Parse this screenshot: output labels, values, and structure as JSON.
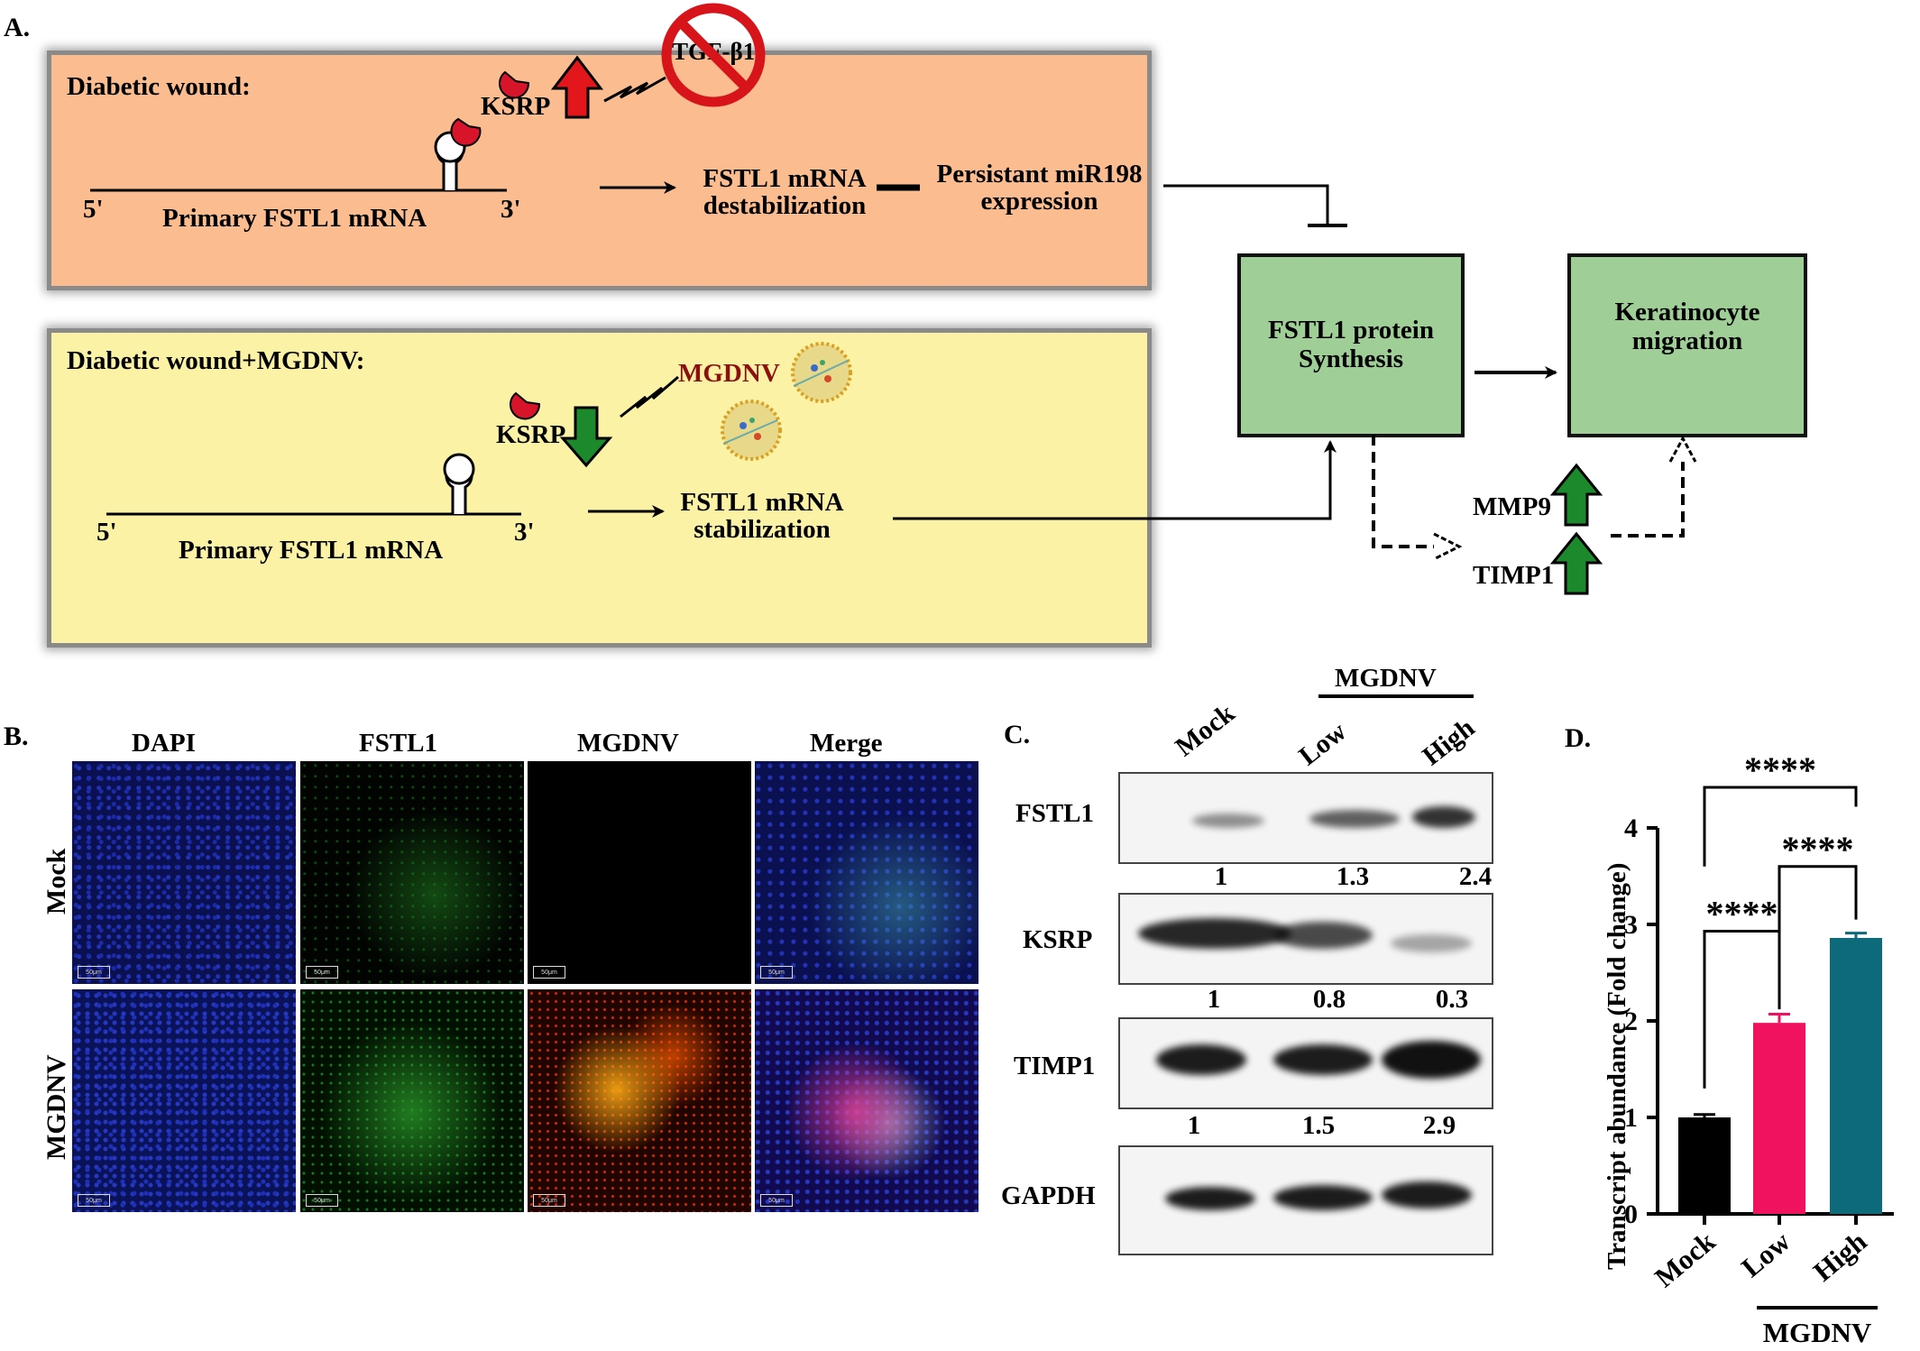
{
  "panels": {
    "a": "A.",
    "b": "B.",
    "c": "C.",
    "d": "D."
  },
  "panel_a": {
    "top_box_title": "Diabetic wound:",
    "bottom_box_title": "Diabetic wound+MGDNV:",
    "ksrp": "KSRP",
    "tgf": "TGF-β1",
    "five_prime": "5'",
    "three_prime": "3'",
    "primary_mrna": "Primary FSTL1 mRNA",
    "destab_l1": "FSTL1 mRNA",
    "destab_l2": "destabilization",
    "mir_l1": "Persistant miR198",
    "mir_l2": "expression",
    "mgdnv": "MGDNV",
    "stab_l1": "FSTL1 mRNA",
    "stab_l2": "stabilization",
    "synthesis_l1": "FSTL1 protein",
    "synthesis_l2": "Synthesis",
    "migration_l1": "Keratinocyte",
    "migration_l2": "migration",
    "mmp9": "MMP9",
    "timp1": "TIMP1",
    "colors": {
      "orange_box": "#fbbd8f",
      "yellow_box": "#fcf2a6",
      "green_box": "#9fcf97",
      "up_arrow": "#e3161b",
      "down_arrow": "#1c8a2c",
      "mgdnv_text": "#8b1010"
    }
  },
  "panel_b": {
    "columns": [
      "DAPI",
      "FSTL1",
      "MGDNV",
      "Merge"
    ],
    "rows": [
      "Mock",
      "MGDNV"
    ],
    "scale_label": "50μm"
  },
  "panel_c": {
    "group_label": "MGDNV",
    "lanes": [
      "Mock",
      "Low",
      "High"
    ],
    "blots": [
      {
        "name": "FSTL1",
        "quant": [
          "1",
          "1.3",
          "2.4"
        ]
      },
      {
        "name": "KSRP",
        "quant": [
          "1",
          "0.8",
          "0.3"
        ]
      },
      {
        "name": "TIMP1",
        "quant": [
          "1",
          "1.5",
          "2.9"
        ]
      },
      {
        "name": "GAPDH",
        "quant": []
      }
    ]
  },
  "chart_data": {
    "type": "bar",
    "categories": [
      "Mock",
      "Low",
      "High"
    ],
    "values": [
      1.0,
      1.98,
      2.86
    ],
    "errors": [
      0.03,
      0.09,
      0.05
    ],
    "colors": [
      "#000000",
      "#f0125e",
      "#0d6a7a"
    ],
    "ylabel": "Transcript abundance  (Fold change)",
    "ylim": [
      0,
      4
    ],
    "yticks": [
      "0",
      "1",
      "2",
      "3",
      "4"
    ],
    "group_label": "MGDNV",
    "significance": [
      {
        "from": 0,
        "to": 1,
        "label": "****"
      },
      {
        "from": 1,
        "to": 2,
        "label": "****"
      },
      {
        "from": 0,
        "to": 2,
        "label": "****"
      }
    ]
  }
}
